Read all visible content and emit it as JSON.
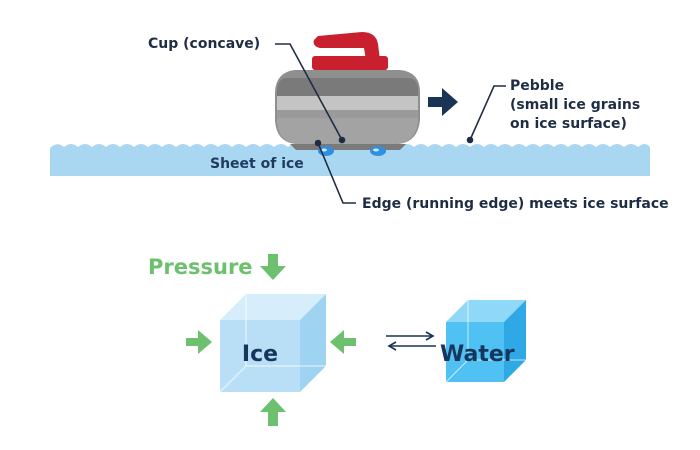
{
  "labels": {
    "cup": "Cup (concave)",
    "pebble_line1": "Pebble",
    "pebble_line2": "(small ice grains",
    "pebble_line3": "on ice surface)",
    "sheet": "Sheet of ice",
    "edge": "Edge (running edge) meets ice surface",
    "pressure": "Pressure",
    "ice": "Ice",
    "water": "Water"
  },
  "colors": {
    "text_dark": "#1f2d44",
    "ice_sheet": "#a9d6f0",
    "handle_red": "#c8202e",
    "stone_gray": "#8c8c8c",
    "arrow_green": "#6cc06e",
    "arrow_navy": "#1a3456",
    "ice_cube": "#b9dff6",
    "water_cube": "#4fc1f2"
  },
  "icons": [
    "curling-stone-icon",
    "movement-arrow-icon",
    "pressure-arrow-icon",
    "equilibrium-arrows-icon",
    "ice-cube-icon",
    "water-cube-icon"
  ]
}
